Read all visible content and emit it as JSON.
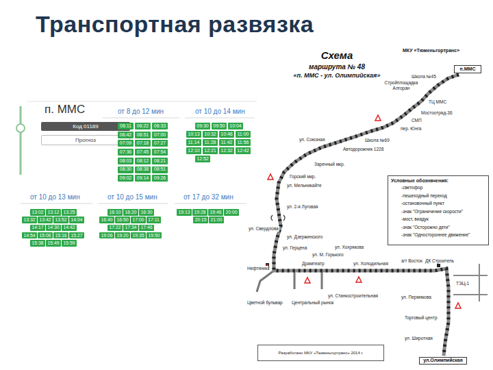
{
  "diagram": {
    "title": "Транспортная развязка",
    "nodes": [
      {
        "text": [
          "Код 01189"
        ]
      },
      {
        "text": [
          "Прогноз"
        ]
      },
      {
        "text": [
          "06:11"
        ]
      },
      {
        "text": [
          "06:22"
        ]
      },
      {
        "text": [
          "06:33"
        ]
      },
      {
        "text": [
          "06:42"
        ]
      },
      {
        "text": [
          "06:51"
        ]
      },
      {
        "text": [
          "07:00"
        ]
      },
      {
        "text": [
          "07:09"
        ]
      },
      {
        "text": [
          "07:18"
        ]
      },
      {
        "text": [
          "07:27"
        ]
      },
      {
        "text": [
          "07:36"
        ]
      },
      {
        "text": [
          "07:45"
        ]
      },
      {
        "text": [
          "07:54"
        ]
      },
      {
        "text": [
          "08:03"
        ]
      },
      {
        "text": [
          "08:12"
        ]
      },
      {
        "text": [
          "08:21"
        ]
      },
      {
        "text": [
          "08:30"
        ]
      },
      {
        "text": [
          "08:38"
        ]
      },
      {
        "text": [
          "08:51"
        ]
      },
      {
        "text": [
          "09:02"
        ]
      },
      {
        "text": [
          "09:14"
        ]
      },
      {
        "text": [
          "09:26"
        ]
      },
      {
        "text": [
          "09:30"
        ]
      },
      {
        "text": [
          "09:50"
        ]
      },
      {
        "text": [
          "10:04"
        ]
      },
      {
        "text": [
          "10:13"
        ]
      },
      {
        "text": [
          "10:32"
        ]
      },
      {
        "text": [
          "10:46"
        ]
      },
      {
        "text": [
          "11:00"
        ]
      },
      {
        "text": [
          "11:14"
        ]
      },
      {
        "text": [
          "11:28"
        ]
      },
      {
        "text": [
          "11:42"
        ]
      },
      {
        "text": [
          "11:56"
        ]
      },
      {
        "text": [
          "12:10"
        ]
      },
      {
        "text": [
          "12:21"
        ]
      },
      {
        "text": [
          "12:32"
        ]
      },
      {
        "text": [
          "12:42"
        ]
      },
      {
        "text": [
          "12:52"
        ]
      },
      {
        "text": [
          "13:02"
        ]
      },
      {
        "text": [
          "13:12"
        ]
      },
      {
        "text": [
          "13:25"
        ]
      },
      {
        "text": [
          "13:32"
        ]
      },
      {
        "text": [
          "13:42"
        ]
      },
      {
        "text": [
          "13:52"
        ]
      },
      {
        "text": [
          "14:04"
        ]
      },
      {
        "text": [
          "14:17"
        ]
      },
      {
        "text": [
          "14:30"
        ]
      },
      {
        "text": [
          "14:42"
        ]
      },
      {
        "text": [
          "14:54"
        ]
      },
      {
        "text": [
          "15:06"
        ]
      },
      {
        "text": [
          "15:16"
        ]
      },
      {
        "text": [
          "15:27"
        ]
      },
      {
        "text": [
          "15:38"
        ]
      },
      {
        "text": [
          "15:49"
        ]
      },
      {
        "text": [
          "15:59"
        ]
      },
      {
        "text": [
          "16:10"
        ]
      },
      {
        "text": [
          "16:20"
        ]
      },
      {
        "text": [
          "16:30"
        ]
      },
      {
        "text": [
          "16:40"
        ]
      },
      {
        "text": [
          "16:50"
        ]
      },
      {
        "text": [
          "17:00"
        ]
      },
      {
        "text": [
          "17:11"
        ]
      },
      {
        "text": [
          "17:22"
        ]
      },
      {
        "text": [
          "17:34"
        ]
      },
      {
        "text": [
          "17:46"
        ]
      },
      {
        "text": [
          "19:06"
        ]
      },
      {
        "text": [
          "19:20"
        ]
      },
      {
        "text": [
          "19:35"
        ]
      },
      {
        "text": [
          "19:50"
        ]
      },
      {
        "text": [
          "19:13"
        ]
      },
      {
        "text": [
          "19:28"
        ]
      },
      {
        "text": [
          "19:46"
        ]
      },
      {
        "text": [
          "20:00"
        ]
      },
      {
        "text": [
          "20:15"
        ]
      },
      {
        "text": [
          "21:00"
        ]
      },
      {
        "text": [
          "п.ММС"
        ]
      },
      {
        "text": [
          "Условные обозначения:"
        ]
      },
      {
        "text": [
          "Разработано МКУ «Тюменьгортранс» 2014 г."
        ]
      },
      {
        "text": [
          "ул.Олимпийская"
        ]
      }
    ],
    "labels": [
      "п. ММС",
      "от 8 до 12 мин",
      "от 10 до 14 мин",
      "от 10 до 13 мин",
      "от 10 до 15 мин",
      "от 17 до 32 мин",
      "Схема",
      "маршрута № 48",
      "«п. ММС - ул. Олимпийская»",
      "МКУ «Тюменьгортранс»",
      "Школа №45",
      "Стройплощадка Алгоран",
      "ТЦ ММС",
      "Мостоотряд-36",
      "СМП",
      "пер. Юнга",
      "Школа №69",
      "Автодорожник 1228",
      "ул. Союзная",
      "Заречный мкр.",
      "Горский мкр.",
      "ул. Мельникайте",
      "ул. 2-я Луговая",
      "ул. Свердлова",
      "ул. Дзержинского",
      "ул. Герцена",
      "ул. Хохрякова",
      "ул. М. Горького",
      "Драмтеатр",
      "Нефтяник",
      "ул. Холодильная",
      "Цветной бульвар",
      "Центральный рынок",
      "ул. Станкостроительная",
      "а/т Восток",
      "ДК Строитель",
      "ул. Пермякова",
      "ТЭЦ-1",
      "Торговый центр",
      "ул. Широтная"
    ],
    "legend": [
      {
        "text": "-светофор"
      },
      {
        "text": "-пешеходный переход"
      },
      {
        "text": "-остановочный пункт"
      },
      {
        "text": "-знак \"Ограничение скорости\""
      },
      {
        "text": "-мост, виадук"
      },
      {
        "text": "-знак \"Осторожно дети\""
      },
      {
        "text": "-знак \"Одностороннее движение\""
      }
    ]
  }
}
